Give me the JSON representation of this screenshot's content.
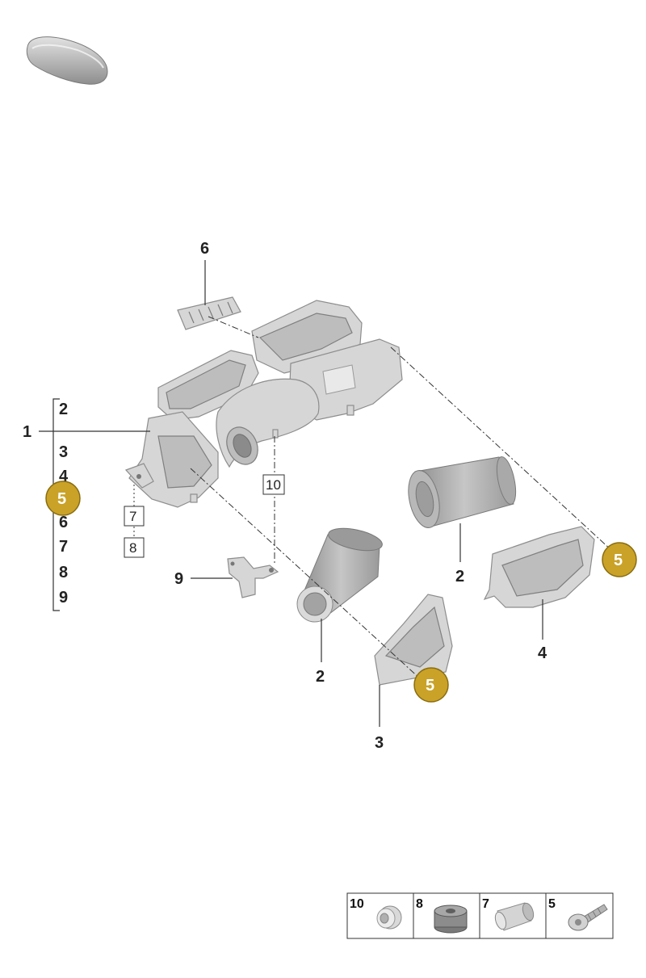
{
  "colors": {
    "accent": "#c9a227",
    "accent_border": "#8a6d10",
    "part_fill": "#d6d6d6",
    "line": "#333333"
  },
  "callouts": {
    "c1": "1",
    "c2_group_top": "2",
    "c2_filter_right": "2",
    "c2_filter_left": "2",
    "c3_group": "3",
    "c3_part": "3",
    "c4_group": "4",
    "c4_part": "4",
    "c5_group": "5",
    "c5_right": "5",
    "c5_bottom": "5",
    "c6_group": "6",
    "c6_part": "6",
    "c7_group": "7",
    "c7_box": "7",
    "c8_group": "8",
    "c8_box": "8",
    "c9_group": "9",
    "c9_part": "9",
    "c10_box": "10"
  },
  "legend": {
    "cells": [
      {
        "num": "10",
        "icon": "grommet-icon"
      },
      {
        "num": "8",
        "icon": "rubber-bushing-icon"
      },
      {
        "num": "7",
        "icon": "spacer-sleeve-icon"
      },
      {
        "num": "5",
        "icon": "screw-icon"
      }
    ]
  },
  "icons": {
    "thumbnail": "car-silhouette-icon"
  }
}
